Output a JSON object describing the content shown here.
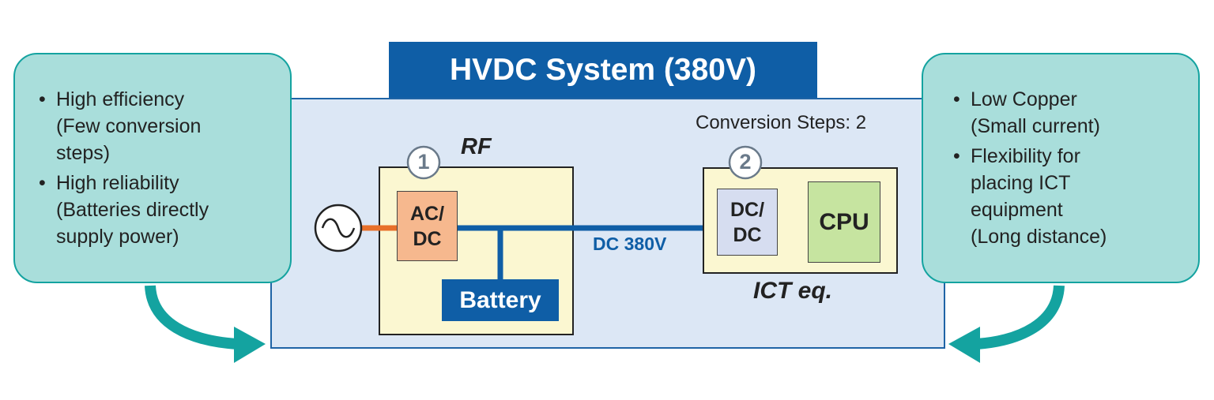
{
  "system": {
    "title": "HVDC System (380V)",
    "conversion_steps": "Conversion Steps: 2"
  },
  "left_callout": {
    "bullets": [
      {
        "lines": [
          "High efficiency",
          "(Few conversion",
          "steps)"
        ]
      },
      {
        "lines": [
          "High reliability",
          "(Batteries directly",
          "supply power)"
        ]
      }
    ]
  },
  "right_callout": {
    "bullets": [
      {
        "lines": [
          "Low Copper",
          "(Small current)"
        ]
      },
      {
        "lines": [
          "Flexibility for",
          "placing ICT",
          "equipment",
          "(Long distance)"
        ]
      }
    ]
  },
  "rf": {
    "label": "RF",
    "step": "1",
    "acdc": "AC/ DC",
    "battery": "Battery"
  },
  "ict": {
    "label": "ICT eq.",
    "step": "2",
    "dcdc": "DC/ DC",
    "cpu": "CPU"
  },
  "bus": {
    "label": "DC 380V"
  },
  "colors": {
    "panel": "#dce7f5",
    "blue": "#0f5ea6",
    "teal": "#14a3a0",
    "orange": "#e8702a"
  },
  "icons": {
    "source": "ac-source-icon",
    "arrows": "curved-arrow-icon"
  }
}
